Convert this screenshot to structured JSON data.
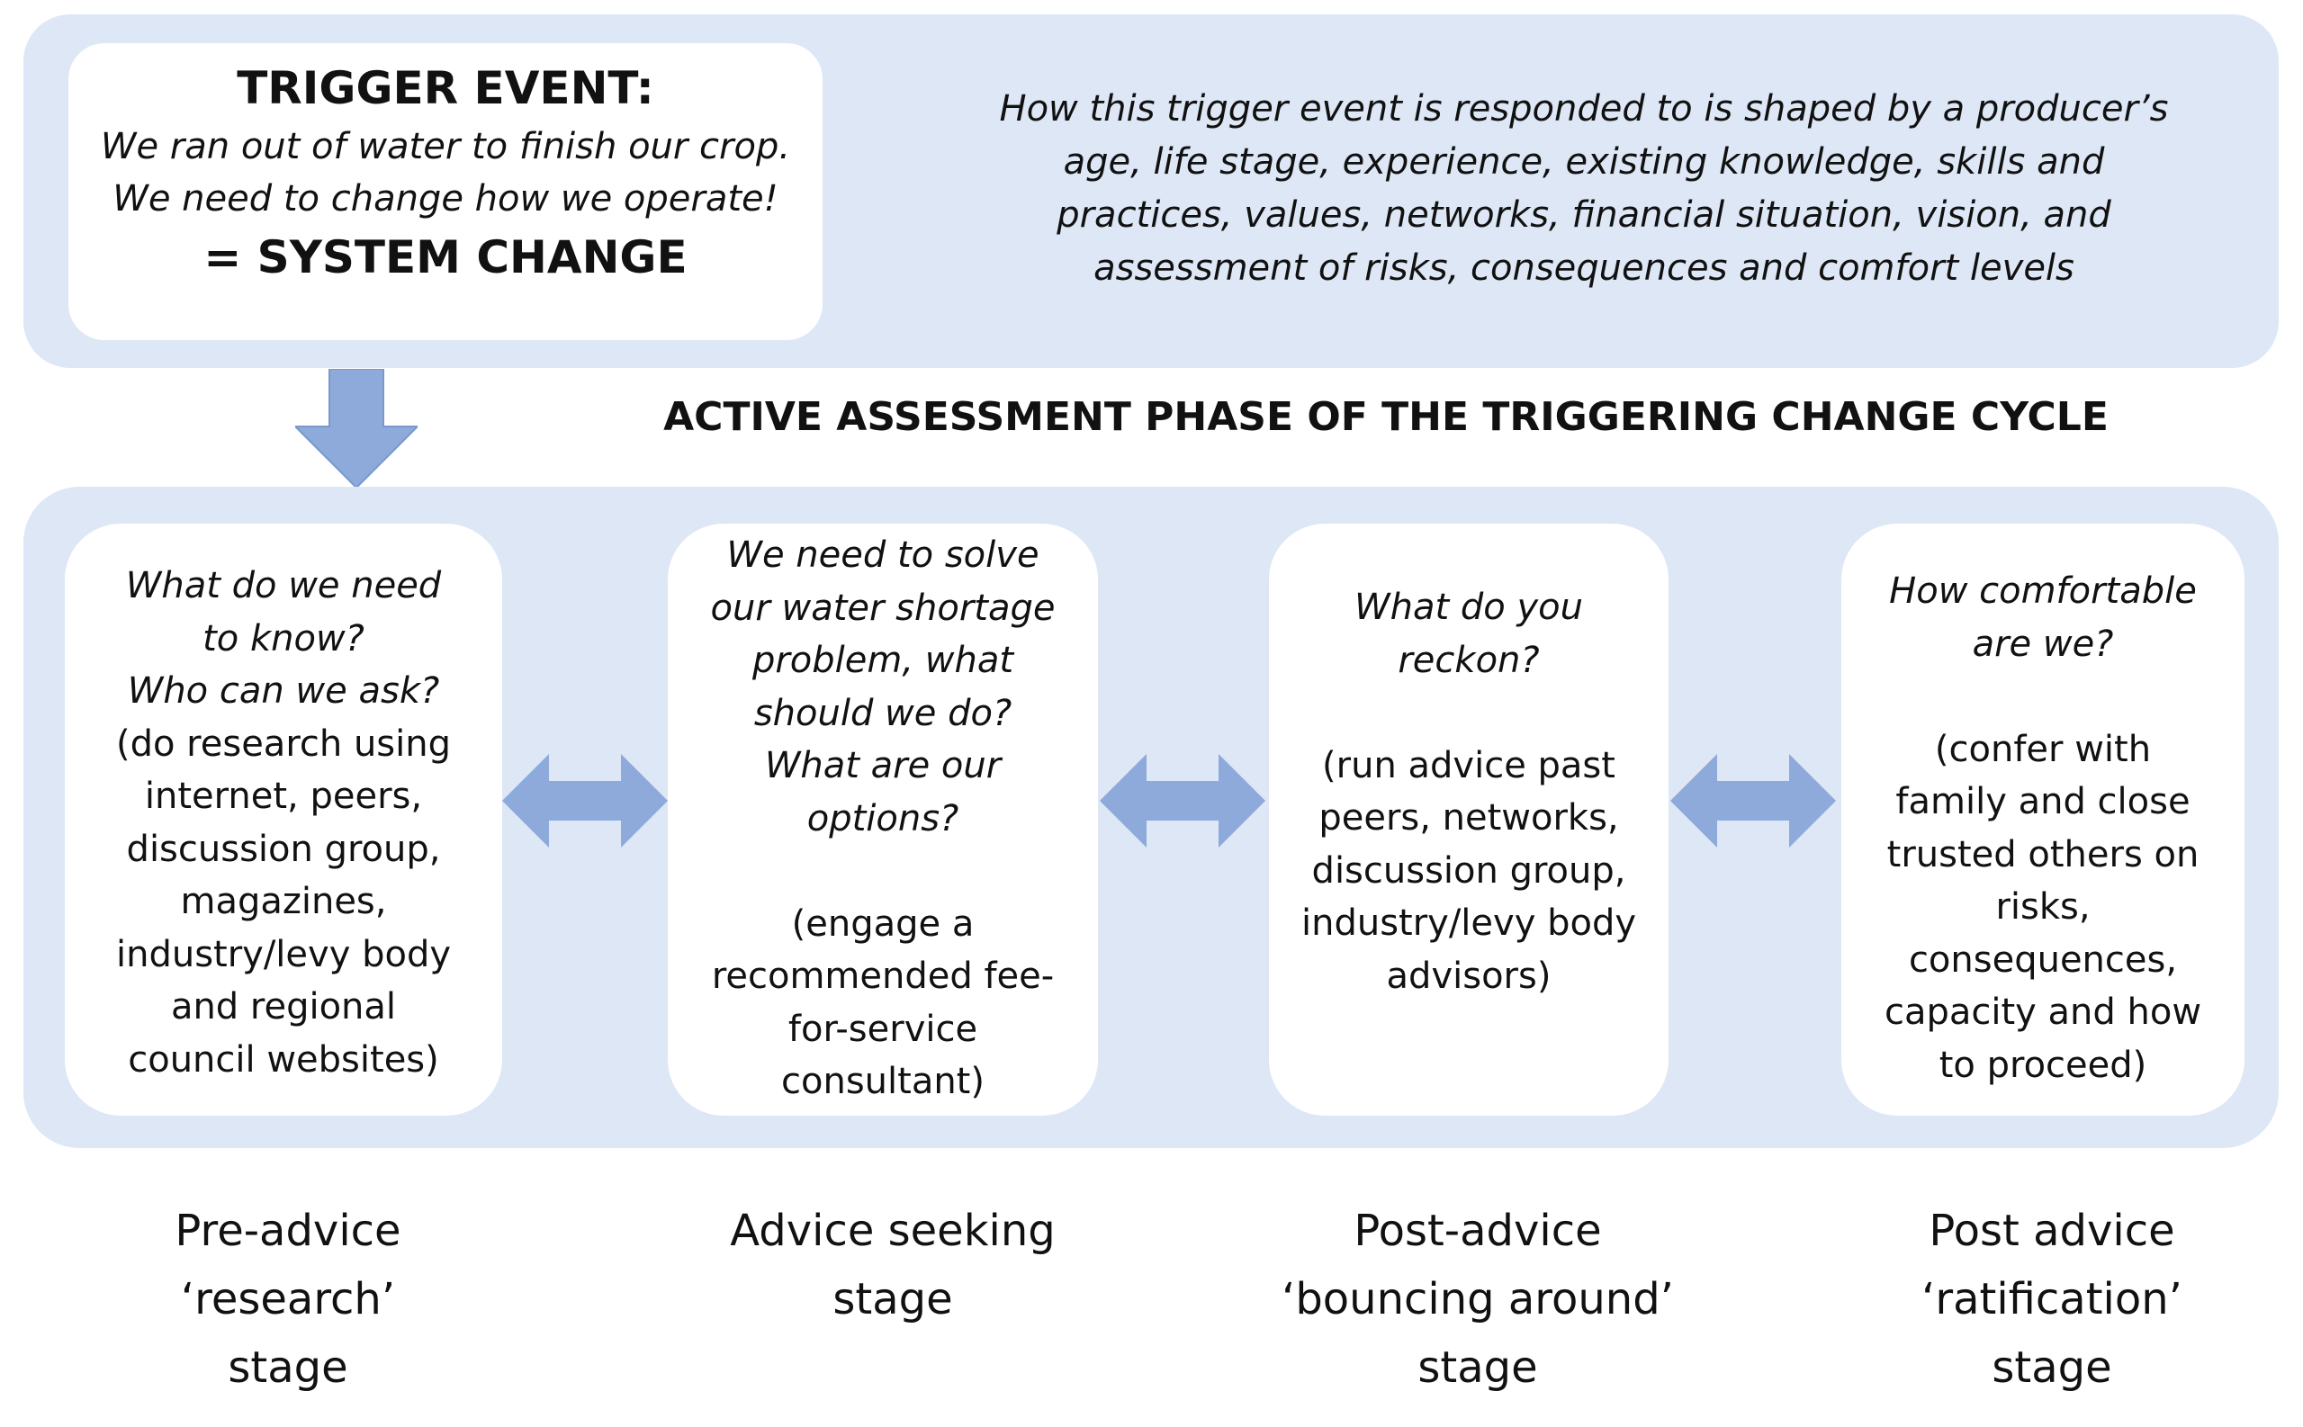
{
  "trigger": {
    "title": "TRIGGER EVENT:",
    "line1": "We ran out of water to finish our crop.",
    "line2": "We need to change how we operate!",
    "result": "= SYSTEM CHANGE"
  },
  "trigger_note": [
    "How this trigger event is responded to is shaped by a producer’s",
    "age, life stage, experience, existing knowledge, skills and",
    "practices, values, networks, financial situation, vision, and",
    "assessment of risks, consequences and comfort levels"
  ],
  "phase_title": "ACTIVE ASSESSMENT PHASE OF THE TRIGGERING CHANGE CYCLE",
  "colors": {
    "panel": "#dde7f5",
    "arrow": "#8eaadb",
    "card": "#ffffff"
  },
  "stages": [
    {
      "questions": [
        "What do we need",
        "to know?",
        "Who can we ask?"
      ],
      "actions": [
        "(do research using",
        "internet, peers,",
        "discussion group,",
        "magazines,",
        "industry/levy body",
        "and regional",
        "council websites)"
      ],
      "label": [
        "Pre-advice",
        "‘research’",
        "stage"
      ]
    },
    {
      "questions": [
        "We need to solve",
        "our water shortage",
        "problem, what",
        "should we do?",
        "What are our",
        "options?"
      ],
      "actions": [
        "(engage a",
        "recommended fee-",
        "for-service",
        "consultant)"
      ],
      "label": [
        "Advice seeking",
        "stage"
      ]
    },
    {
      "questions": [
        "What do you",
        "reckon?"
      ],
      "actions": [
        "(run advice past",
        "peers, networks,",
        "discussion group,",
        "industry/levy body",
        "advisors)"
      ],
      "label": [
        "Post-advice",
        "‘bouncing around’",
        "stage"
      ]
    },
    {
      "questions": [
        "How comfortable",
        "are we?"
      ],
      "actions": [
        "(confer with",
        "family and close",
        "trusted others on",
        "risks,",
        "consequences,",
        "capacity and how",
        "to proceed)"
      ],
      "label": [
        "Post advice",
        "‘ratification’",
        "stage"
      ]
    }
  ]
}
